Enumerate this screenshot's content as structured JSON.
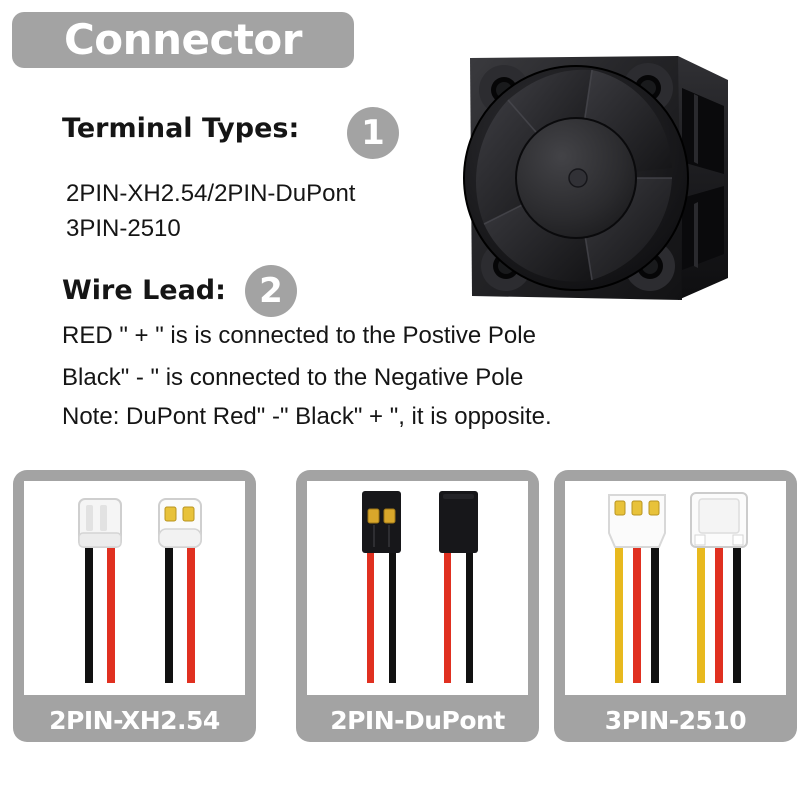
{
  "header": {
    "title": "Connector",
    "background_color": "#a3a3a3",
    "text_color": "#ffffff"
  },
  "sections": {
    "terminal": {
      "heading": "Terminal Types:",
      "badge": "1",
      "lines": [
        "2PIN-XH2.54/2PIN-DuPont",
        "3PIN-2510"
      ]
    },
    "wire_lead": {
      "heading": "Wire Lead:",
      "badge": "2",
      "lines": [
        "RED \" + \" is is connected to the Postive Pole",
        "Black\" - \" is connected to the Negative Pole",
        "Note:  DuPont  Red\" -\" Black\" + \", it is opposite."
      ]
    }
  },
  "product_image": {
    "name": "axial-cooling-fan",
    "description": "40mm black axial DC cooling fan, three-quarter view",
    "body_color": "#1b1b1d",
    "hub_color": "#2e2e31"
  },
  "panels": [
    {
      "id": "xh",
      "label": "2PIN-XH2.54",
      "pin_count": 2,
      "housing_color": "#f5f5f5",
      "pin_color": "#e8c23a",
      "wire_colors": [
        "#111111",
        "#e03020"
      ]
    },
    {
      "id": "dupont",
      "label": "2PIN-DuPont",
      "pin_count": 2,
      "housing_color": "#17171a",
      "pin_color": "#d9a72b",
      "wire_colors": [
        "#e03020",
        "#111111"
      ]
    },
    {
      "id": "2510",
      "label": "3PIN-2510",
      "pin_count": 3,
      "housing_color": "#fbfbfb",
      "pin_color": "#e8c23a",
      "wire_colors": [
        "#e8b91e",
        "#e03020",
        "#111111"
      ]
    }
  ],
  "colors": {
    "gray": "#a3a3a3",
    "text": "#151515",
    "white": "#ffffff"
  }
}
